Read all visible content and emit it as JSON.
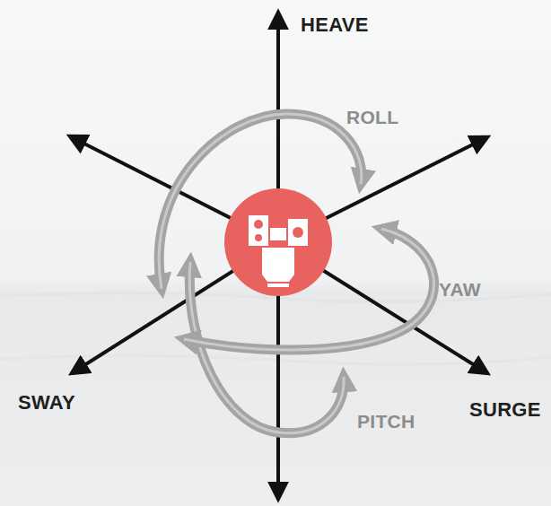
{
  "diagram": {
    "labels": [
      "HEAVE",
      "ROLL",
      "YAW",
      "SWAY",
      "SURGE",
      "PITCH"
    ]
  }
}
